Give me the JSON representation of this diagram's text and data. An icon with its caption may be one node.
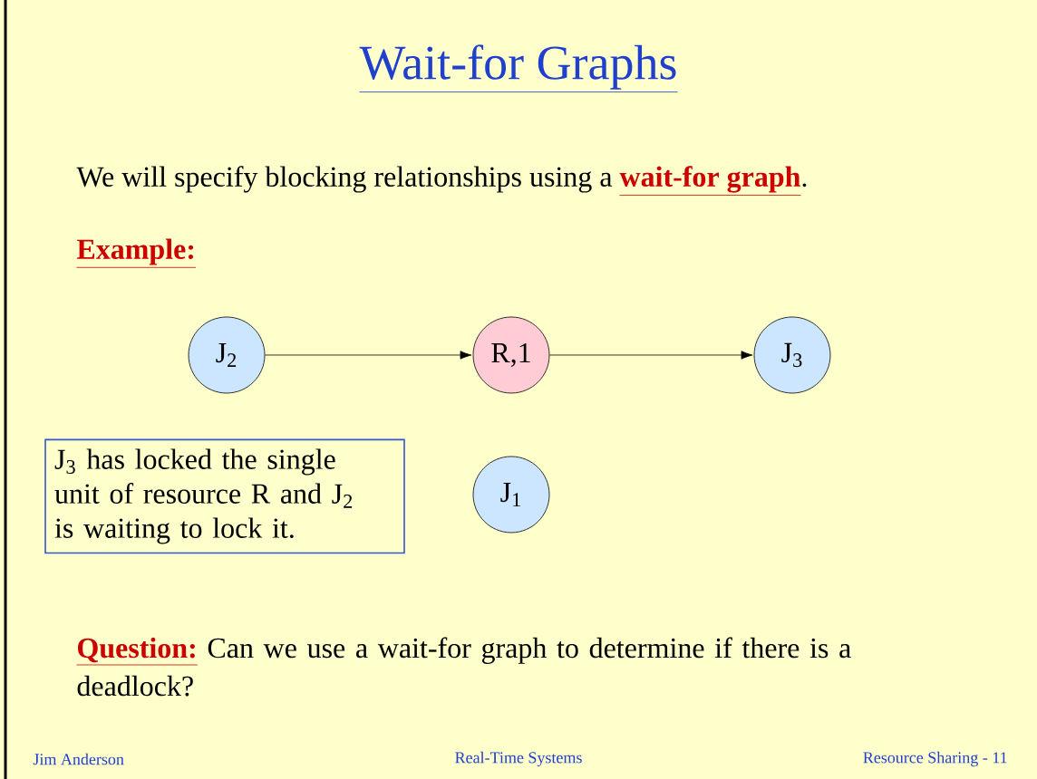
{
  "diagram": {
    "title": "Wait-for Graphs",
    "nodes": [
      {
        "text": [
          "J$_{2}$"
        ]
      },
      {
        "text": [
          "R,1"
        ]
      },
      {
        "text": [
          "J$_{3}$"
        ]
      },
      {
        "text": [
          "J$_{3}$ has locked the single unit of resource R and J$_{2}$ is waiting to lock it."
        ]
      },
      {
        "text": [
          "J$_{1}$"
        ]
      }
    ],
    "edges": [
      {
        "from": 0,
        "to": 1,
        "arrow": "to"
      },
      {
        "from": 1,
        "to": 2,
        "arrow": "to"
      }
    ],
    "labels": [
      "We will specify blocking relationships using a **wait-for graph**.",
      "Example:",
      "**Question:** Can we use a wait-for graph to determine if there is a deadlock?",
      "Jim Anderson",
      "Real-Time Systems",
      "Resource Sharing -  11"
    ]
  }
}
